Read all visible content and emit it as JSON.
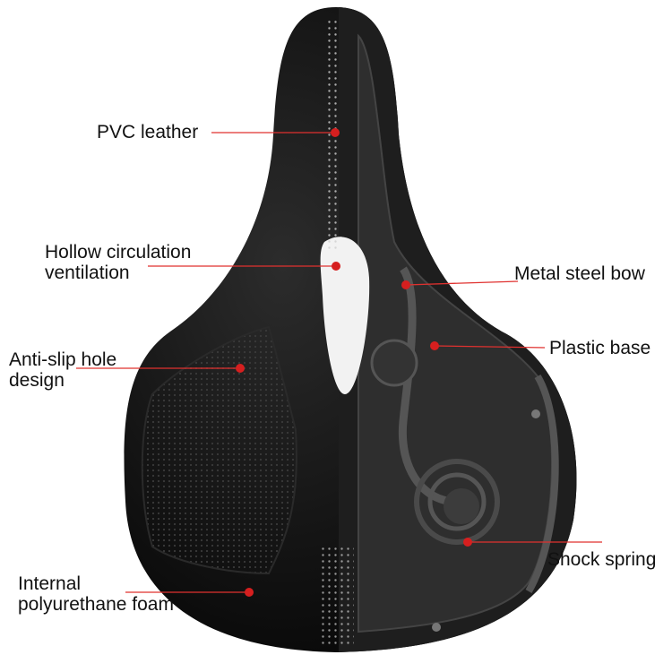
{
  "labels": {
    "pvc_leather": "PVC leather",
    "hollow_line1": "Hollow circulation",
    "hollow_line2": "ventilation",
    "antislip_line1": "Anti-slip hole",
    "antislip_line2": "design",
    "foam_line1": "Internal",
    "foam_line2": "polyurethane foam",
    "steel_bow": "Metal steel bow",
    "plastic_base": "Plastic base",
    "shock_spring": "Shock spring"
  },
  "colors": {
    "leader": "#e0312f",
    "dot": "#d61f1f",
    "leather": "#0d0d0d",
    "shell": "#262626"
  }
}
